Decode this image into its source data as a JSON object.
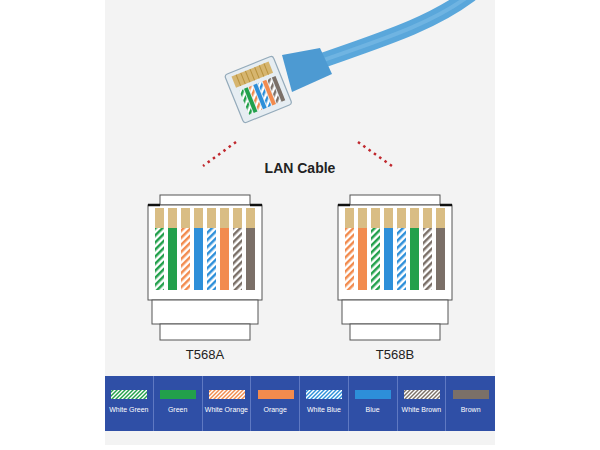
{
  "diagram": {
    "labels": [
      "LAN Cable",
      "T568A",
      "T568B"
    ],
    "legend": [
      {
        "text": "White Green"
      },
      {
        "text": "Green",
        "color": "#22a04b"
      },
      {
        "text": "White Orange"
      },
      {
        "text": "Orange",
        "color": "#f28b4e"
      },
      {
        "text": "White Blue"
      },
      {
        "text": "Blue",
        "color": "#2d8fd9"
      },
      {
        "text": "White Brown"
      },
      {
        "text": "Brown",
        "color": "#7b7068"
      }
    ]
  }
}
